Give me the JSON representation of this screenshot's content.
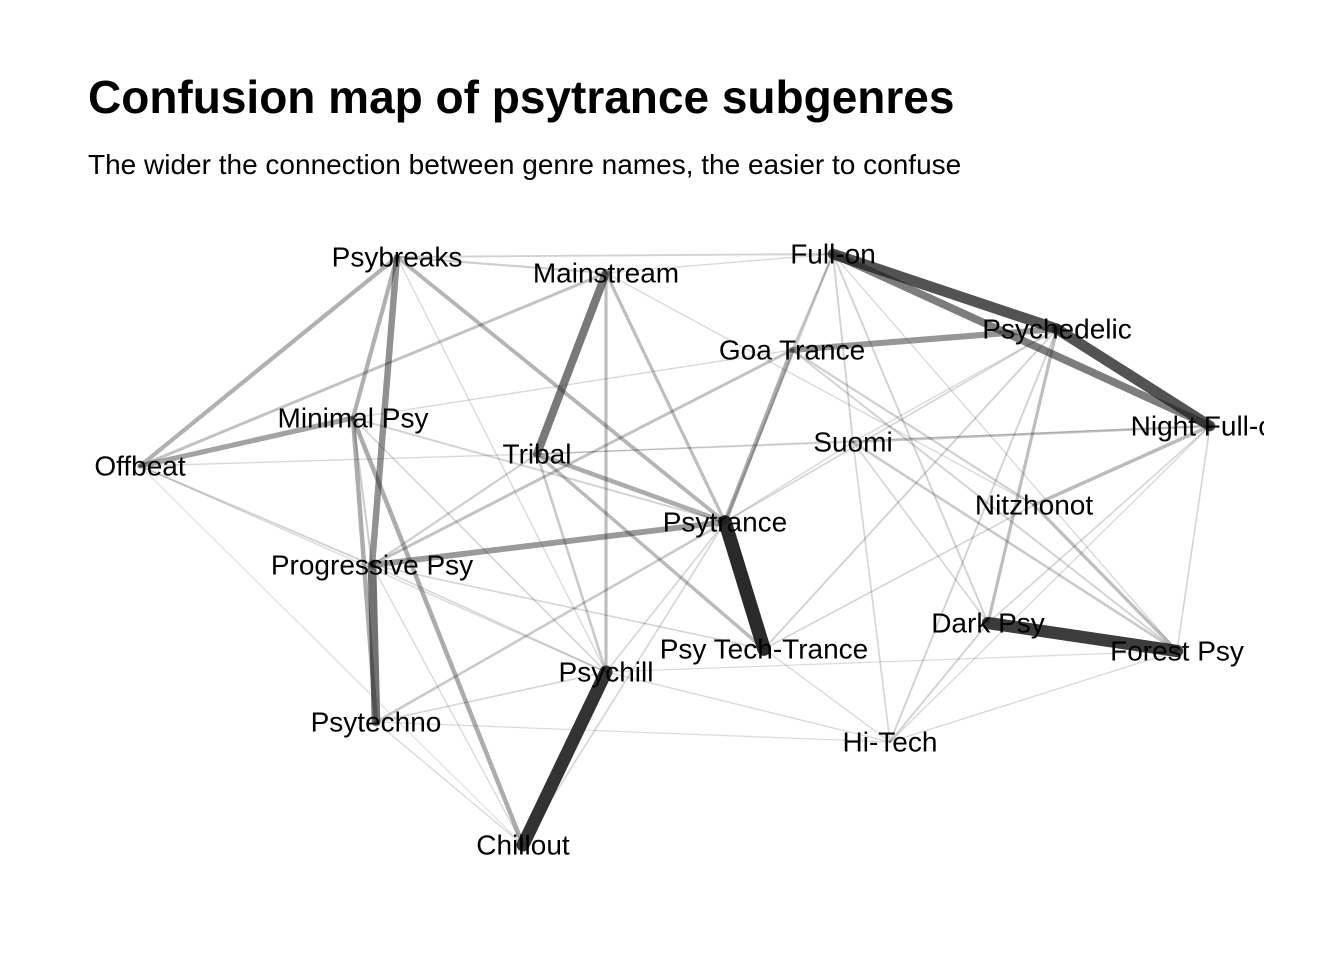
{
  "title": "Confusion map of psytrance subgenres",
  "subtitle": "The wider the connection between genre names, the easier to confuse",
  "edge_color": "#1f1f1f",
  "label_color": "#000000",
  "chart_data": {
    "type": "network",
    "nodes": [
      {
        "id": "psybreaks",
        "label": "Psybreaks"
      },
      {
        "id": "mainstream",
        "label": "Mainstream"
      },
      {
        "id": "fullon",
        "label": "Full-on"
      },
      {
        "id": "psychedelic",
        "label": "Psychedelic"
      },
      {
        "id": "goa",
        "label": "Goa Trance"
      },
      {
        "id": "minimal",
        "label": "Minimal Psy"
      },
      {
        "id": "offbeat",
        "label": "Offbeat"
      },
      {
        "id": "tribal",
        "label": "Tribal"
      },
      {
        "id": "suomi",
        "label": "Suomi"
      },
      {
        "id": "nightfull",
        "label": "Night Full-on"
      },
      {
        "id": "nitzhonot",
        "label": "Nitzhonot"
      },
      {
        "id": "psytrance",
        "label": "Psytrance"
      },
      {
        "id": "progressive",
        "label": "Progressive Psy"
      },
      {
        "id": "techtrance",
        "label": "Psy Tech-Trance"
      },
      {
        "id": "darkpsy",
        "label": "Dark Psy"
      },
      {
        "id": "forest",
        "label": "Forest Psy"
      },
      {
        "id": "psychill",
        "label": "Psychill"
      },
      {
        "id": "psytechno",
        "label": "Psytechno"
      },
      {
        "id": "hitech",
        "label": "Hi-Tech"
      },
      {
        "id": "chillout",
        "label": "Chillout"
      }
    ],
    "edges": [
      {
        "source": "psytrance",
        "target": "techtrance",
        "weight": 1.0
      },
      {
        "source": "psychill",
        "target": "chillout",
        "weight": 0.95
      },
      {
        "source": "darkpsy",
        "target": "forest",
        "weight": 0.9
      },
      {
        "source": "fullon",
        "target": "psychedelic",
        "weight": 0.78
      },
      {
        "source": "psychedelic",
        "target": "nightfull",
        "weight": 0.78
      },
      {
        "source": "fullon",
        "target": "nightfull",
        "weight": 0.55
      },
      {
        "source": "progressive",
        "target": "psytechno",
        "weight": 0.62
      },
      {
        "source": "mainstream",
        "target": "tribal",
        "weight": 0.58
      },
      {
        "source": "psybreaks",
        "target": "progressive",
        "weight": 0.45
      },
      {
        "source": "goa",
        "target": "psychedelic",
        "weight": 0.42
      },
      {
        "source": "progressive",
        "target": "psytrance",
        "weight": 0.4
      },
      {
        "source": "minimal",
        "target": "offbeat",
        "weight": 0.35
      },
      {
        "source": "goa",
        "target": "psytrance",
        "weight": 0.3
      },
      {
        "source": "tribal",
        "target": "psytrance",
        "weight": 0.3
      },
      {
        "source": "minimal",
        "target": "psytechno",
        "weight": 0.3
      },
      {
        "source": "minimal",
        "target": "chillout",
        "weight": 0.3
      },
      {
        "source": "psybreaks",
        "target": "offbeat",
        "weight": 0.28
      },
      {
        "source": "psybreaks",
        "target": "minimal",
        "weight": 0.28
      },
      {
        "source": "psybreaks",
        "target": "psytrance",
        "weight": 0.25
      },
      {
        "source": "tribal",
        "target": "techtrance",
        "weight": 0.22
      },
      {
        "source": "nitzhonot",
        "target": "nightfull",
        "weight": 0.22
      },
      {
        "source": "psychedelic",
        "target": "darkpsy",
        "weight": 0.2
      },
      {
        "source": "nitzhonot",
        "target": "forest",
        "weight": 0.2
      },
      {
        "source": "mainstream",
        "target": "psychill",
        "weight": 0.2
      },
      {
        "source": "mainstream",
        "target": "psytrance",
        "weight": 0.2
      },
      {
        "source": "mainstream",
        "target": "offbeat",
        "weight": 0.18
      },
      {
        "source": "goa",
        "target": "progressive",
        "weight": 0.18
      },
      {
        "source": "tribal",
        "target": "psychill",
        "weight": 0.15
      },
      {
        "source": "psytrance",
        "target": "psytechno",
        "weight": 0.15
      },
      {
        "source": "suomi",
        "target": "forest",
        "weight": 0.15
      },
      {
        "source": "suomi",
        "target": "nightfull",
        "weight": 0.15
      },
      {
        "source": "psybreaks",
        "target": "mainstream",
        "weight": 0.12
      },
      {
        "source": "psybreaks",
        "target": "fullon",
        "weight": 0.1
      },
      {
        "source": "fullon",
        "target": "goa",
        "weight": 0.12
      },
      {
        "source": "fullon",
        "target": "psytrance",
        "weight": 0.12
      },
      {
        "source": "fullon",
        "target": "suomi",
        "weight": 0.1
      },
      {
        "source": "fullon",
        "target": "darkpsy",
        "weight": 0.1
      },
      {
        "source": "goa",
        "target": "nitzhonot",
        "weight": 0.12
      },
      {
        "source": "goa",
        "target": "forest",
        "weight": 0.1
      },
      {
        "source": "psychedelic",
        "target": "techtrance",
        "weight": 0.1
      },
      {
        "source": "psychedelic",
        "target": "hitech",
        "weight": 0.1
      },
      {
        "source": "psychedelic",
        "target": "psytrance",
        "weight": 0.08
      },
      {
        "source": "minimal",
        "target": "progressive",
        "weight": 0.12
      },
      {
        "source": "minimal",
        "target": "psytrance",
        "weight": 0.1
      },
      {
        "source": "minimal",
        "target": "psychill",
        "weight": 0.08
      },
      {
        "source": "offbeat",
        "target": "progressive",
        "weight": 0.1
      },
      {
        "source": "offbeat",
        "target": "tribal",
        "weight": 0.06
      },
      {
        "source": "offbeat",
        "target": "psychill",
        "weight": 0.06
      },
      {
        "source": "tribal",
        "target": "progressive",
        "weight": 0.12
      },
      {
        "source": "tribal",
        "target": "nightfull",
        "weight": 0.06
      },
      {
        "source": "suomi",
        "target": "darkpsy",
        "weight": 0.08
      },
      {
        "source": "suomi",
        "target": "hitech",
        "weight": 0.08
      },
      {
        "source": "suomi",
        "target": "tribal",
        "weight": 0.06
      },
      {
        "source": "nightfull",
        "target": "forest",
        "weight": 0.08
      },
      {
        "source": "nightfull",
        "target": "darkpsy",
        "weight": 0.08
      },
      {
        "source": "nightfull",
        "target": "hitech",
        "weight": 0.06
      },
      {
        "source": "nitzhonot",
        "target": "techtrance",
        "weight": 0.08
      },
      {
        "source": "psytrance",
        "target": "psychill",
        "weight": 0.08
      },
      {
        "source": "psytrance",
        "target": "chillout",
        "weight": 0.08
      },
      {
        "source": "psytrance",
        "target": "suomi",
        "weight": 0.06
      },
      {
        "source": "progressive",
        "target": "psychill",
        "weight": 0.08
      },
      {
        "source": "progressive",
        "target": "techtrance",
        "weight": 0.08
      },
      {
        "source": "progressive",
        "target": "chillout",
        "weight": 0.06
      },
      {
        "source": "darkpsy",
        "target": "hitech",
        "weight": 0.1
      },
      {
        "source": "forest",
        "target": "hitech",
        "weight": 0.06
      },
      {
        "source": "forest",
        "target": "psychill",
        "weight": 0.05
      },
      {
        "source": "psychill",
        "target": "psytechno",
        "weight": 0.08
      },
      {
        "source": "psychill",
        "target": "hitech",
        "weight": 0.06
      },
      {
        "source": "psytechno",
        "target": "chillout",
        "weight": 0.06
      },
      {
        "source": "psytechno",
        "target": "hitech",
        "weight": 0.05
      },
      {
        "source": "techtrance",
        "target": "hitech",
        "weight": 0.06
      },
      {
        "source": "mainstream",
        "target": "fullon",
        "weight": 0.06
      },
      {
        "source": "mainstream",
        "target": "nitzhonot",
        "weight": 0.06
      },
      {
        "source": "goa",
        "target": "minimal",
        "weight": 0.06
      },
      {
        "source": "psybreaks",
        "target": "psychill",
        "weight": 0.06
      },
      {
        "source": "offbeat",
        "target": "chillout",
        "weight": 0.04
      },
      {
        "source": "fullon",
        "target": "forest",
        "weight": 0.06
      },
      {
        "source": "psychedelic",
        "target": "suomi",
        "weight": 0.06
      }
    ]
  }
}
